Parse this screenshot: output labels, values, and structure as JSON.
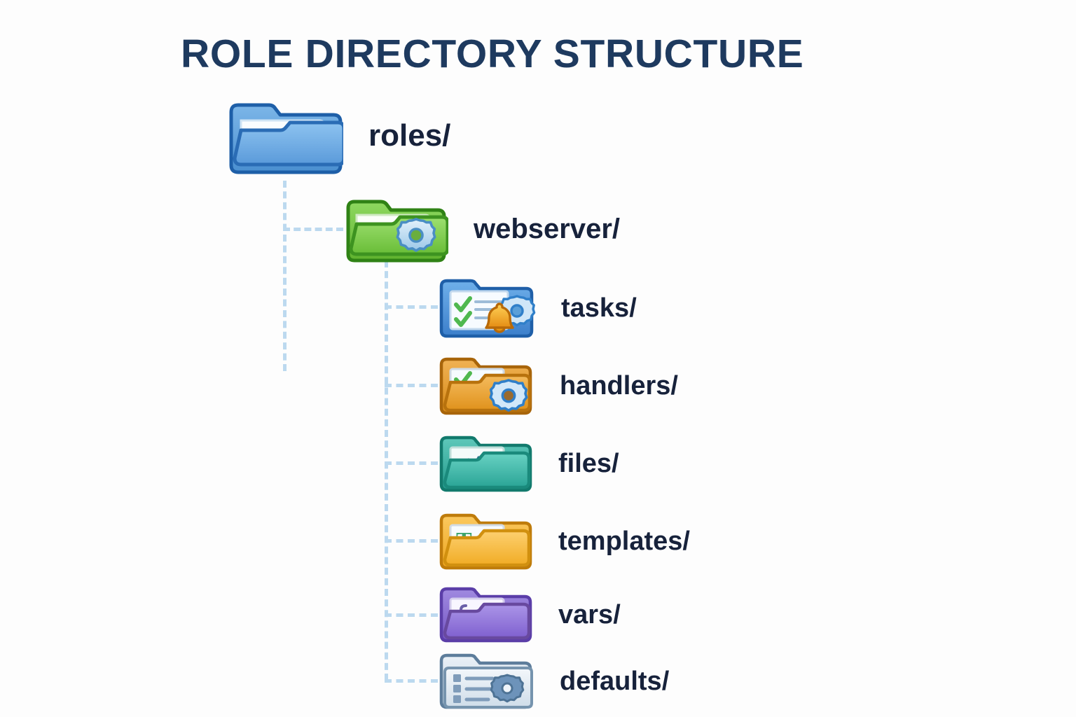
{
  "page": {
    "title": "ROLE DIRECTORY STRUCTURE",
    "background_color": "#fdfdfd",
    "title_color": "#1e3a5f",
    "label_color": "#17223b",
    "connector_color": "#bcd9ef"
  },
  "tree": {
    "root": {
      "label": "roles/",
      "icon": "folder-blue-open-icon",
      "color": "#4a90d9"
    },
    "role": {
      "label": "webserver/",
      "icon": "folder-green-gear-icon",
      "color": "#6bbf3a",
      "badge": "gear-icon"
    },
    "children": [
      {
        "id": "tasks",
        "label": "tasks/",
        "icon": "folder-blue-checklist-bell-gear-icon",
        "color": "#3d85d8",
        "badges": [
          "checklist-icon",
          "gear-icon",
          "bell-icon"
        ]
      },
      {
        "id": "handlers",
        "label": "handlers/",
        "icon": "folder-orange-checklist-gear-icon",
        "color": "#e8961f",
        "badges": [
          "checklist-icon",
          "gear-icon"
        ]
      },
      {
        "id": "files",
        "label": "files/",
        "icon": "folder-teal-code-icon",
        "color": "#2fab9b",
        "badges": [
          "code-icon"
        ]
      },
      {
        "id": "templates",
        "label": "templates/",
        "icon": "folder-amber-text-icon",
        "color": "#f5b027",
        "badges": [
          "text-t-icon"
        ]
      },
      {
        "id": "vars",
        "label": "vars/",
        "icon": "folder-purple-braces-icon",
        "color": "#8b6fd4",
        "badges": [
          "braces-icon"
        ]
      },
      {
        "id": "defaults",
        "label": "defaults/",
        "icon": "folder-grey-list-gear-icon",
        "color": "#c3d2e0",
        "badges": [
          "list-icon",
          "gear-icon"
        ]
      }
    ]
  }
}
